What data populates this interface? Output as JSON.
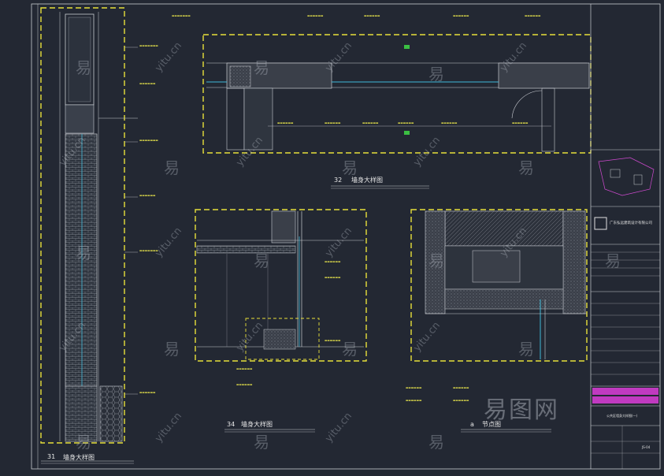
{
  "colors": {
    "background": "#232833",
    "frame": "#e8e03a",
    "line": "#c9ccd2",
    "accent_cyan": "#3fb8d8",
    "green_tag": "#3bbf43",
    "magenta": "#d04ad0"
  },
  "drawings": {
    "d31": {
      "number": "31",
      "title": "墙身大样图"
    },
    "d32": {
      "number": "32",
      "title": "墙身大样图"
    },
    "d34": {
      "number": "34",
      "title": "墙身大样图"
    },
    "da": {
      "number": "a",
      "title": "节点图"
    }
  },
  "title_block": {
    "company": "广东弘远建筑设计有限公司",
    "drawing_name": "公共区墙身大样图(一)",
    "sheet_no": "JS-04"
  },
  "watermark": {
    "brand_cn": "易",
    "brand_logo": "易图网",
    "domain": "yitu.cn"
  }
}
